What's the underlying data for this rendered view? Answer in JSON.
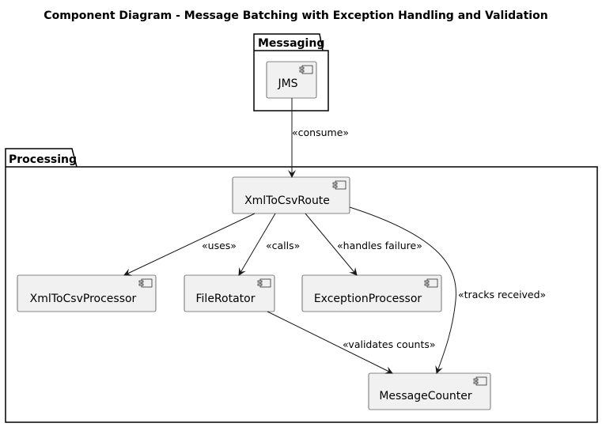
{
  "title": "Component Diagram - Message Batching with Exception Handling and Validation",
  "packages": {
    "messaging": "Messaging",
    "processing": "Processing"
  },
  "components": {
    "jms": "JMS",
    "xmltocsvroute": "XmlToCsvRoute",
    "xmltocsvprocessor": "XmlToCsvProcessor",
    "filerotator": "FileRotator",
    "exceptionprocessor": "ExceptionProcessor",
    "messagecounter": "MessageCounter"
  },
  "relations": {
    "consume": "«consume»",
    "uses": "«uses»",
    "calls": "«calls»",
    "handles_failure": "«handles failure»",
    "tracks_received": "«tracks received»",
    "validates_counts": "«validates counts»"
  }
}
